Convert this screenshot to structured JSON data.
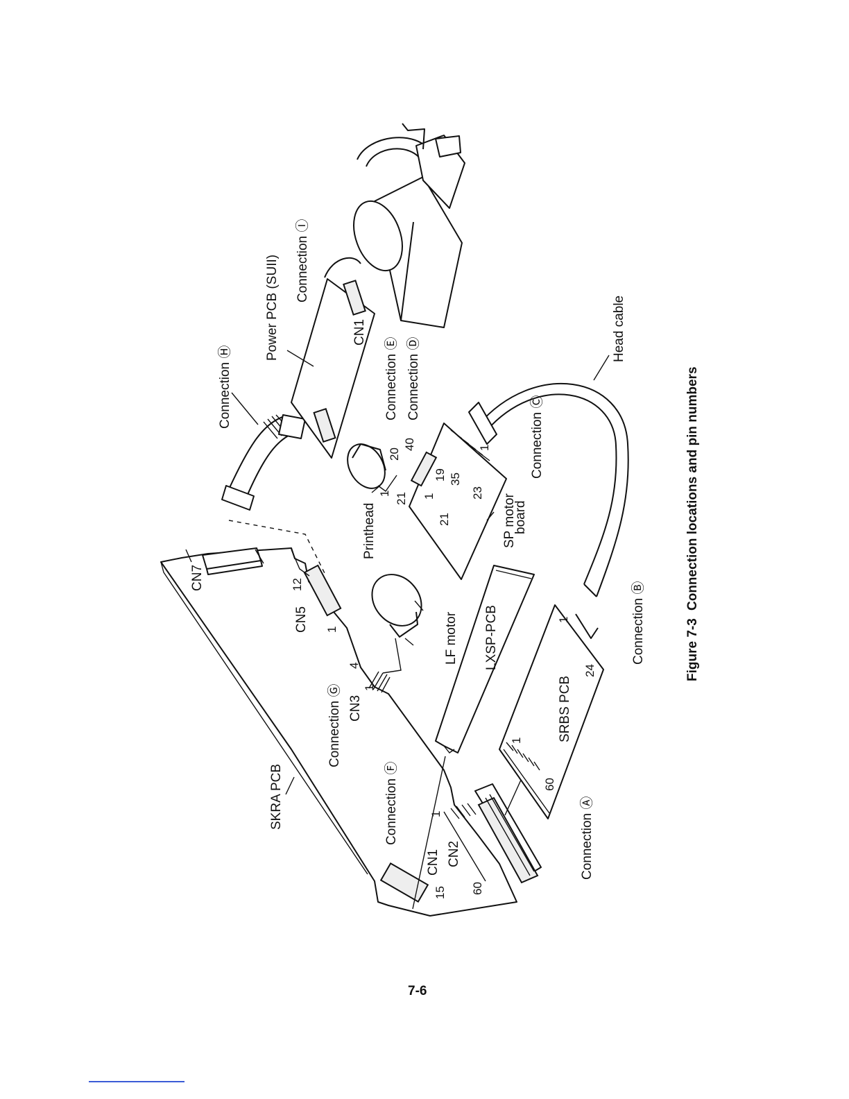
{
  "figure": {
    "caption_number": "Figure 7-3",
    "caption_text": "Connection locations and pin numbers"
  },
  "labels": {
    "conn_a": "Connection Ⓐ",
    "conn_b": "Connection Ⓑ",
    "conn_c": "Connection Ⓒ",
    "conn_d": "Connection Ⓓ",
    "conn_e": "Connection Ⓔ",
    "conn_f": "Connection Ⓕ",
    "conn_g": "Connection Ⓖ",
    "conn_h": "Connection Ⓗ",
    "conn_i": "Connection Ⓘ",
    "power_pcb": "Power PCB (SUII)",
    "head_cable": "Head cable",
    "skra_pcb": "SKRA PCB",
    "lxsp_pcb": "LXSP-PCB",
    "srbs_pcb": "SRBS PCB",
    "lf_motor": "LF motor",
    "printhead": "Printhead",
    "sp_motor_1": "SP motor",
    "sp_motor_2": "board",
    "cn1_skra": "CN1",
    "cn2": "CN2",
    "cn3": "CN3",
    "cn5": "CN5",
    "cn7": "CN7",
    "cn1_power": "CN1"
  },
  "pins": {
    "cn1_15": "15",
    "cn1_1": "1",
    "cn2_60": "60",
    "cn3_1": "1",
    "cn3_4": "4",
    "cn5_1": "1",
    "cn5_12": "12",
    "srbs_1a": "1",
    "srbs_60": "60",
    "srbs_24": "24",
    "srbs_1b": "1",
    "ph_1": "1",
    "ph_20": "20",
    "ph_21": "21",
    "ph_40": "40",
    "sp_1": "1",
    "sp_19": "19",
    "sp_21": "21",
    "sp_35": "35",
    "sp_23": "23",
    "sp_1b": "1"
  },
  "page": {
    "number": "7-6"
  }
}
